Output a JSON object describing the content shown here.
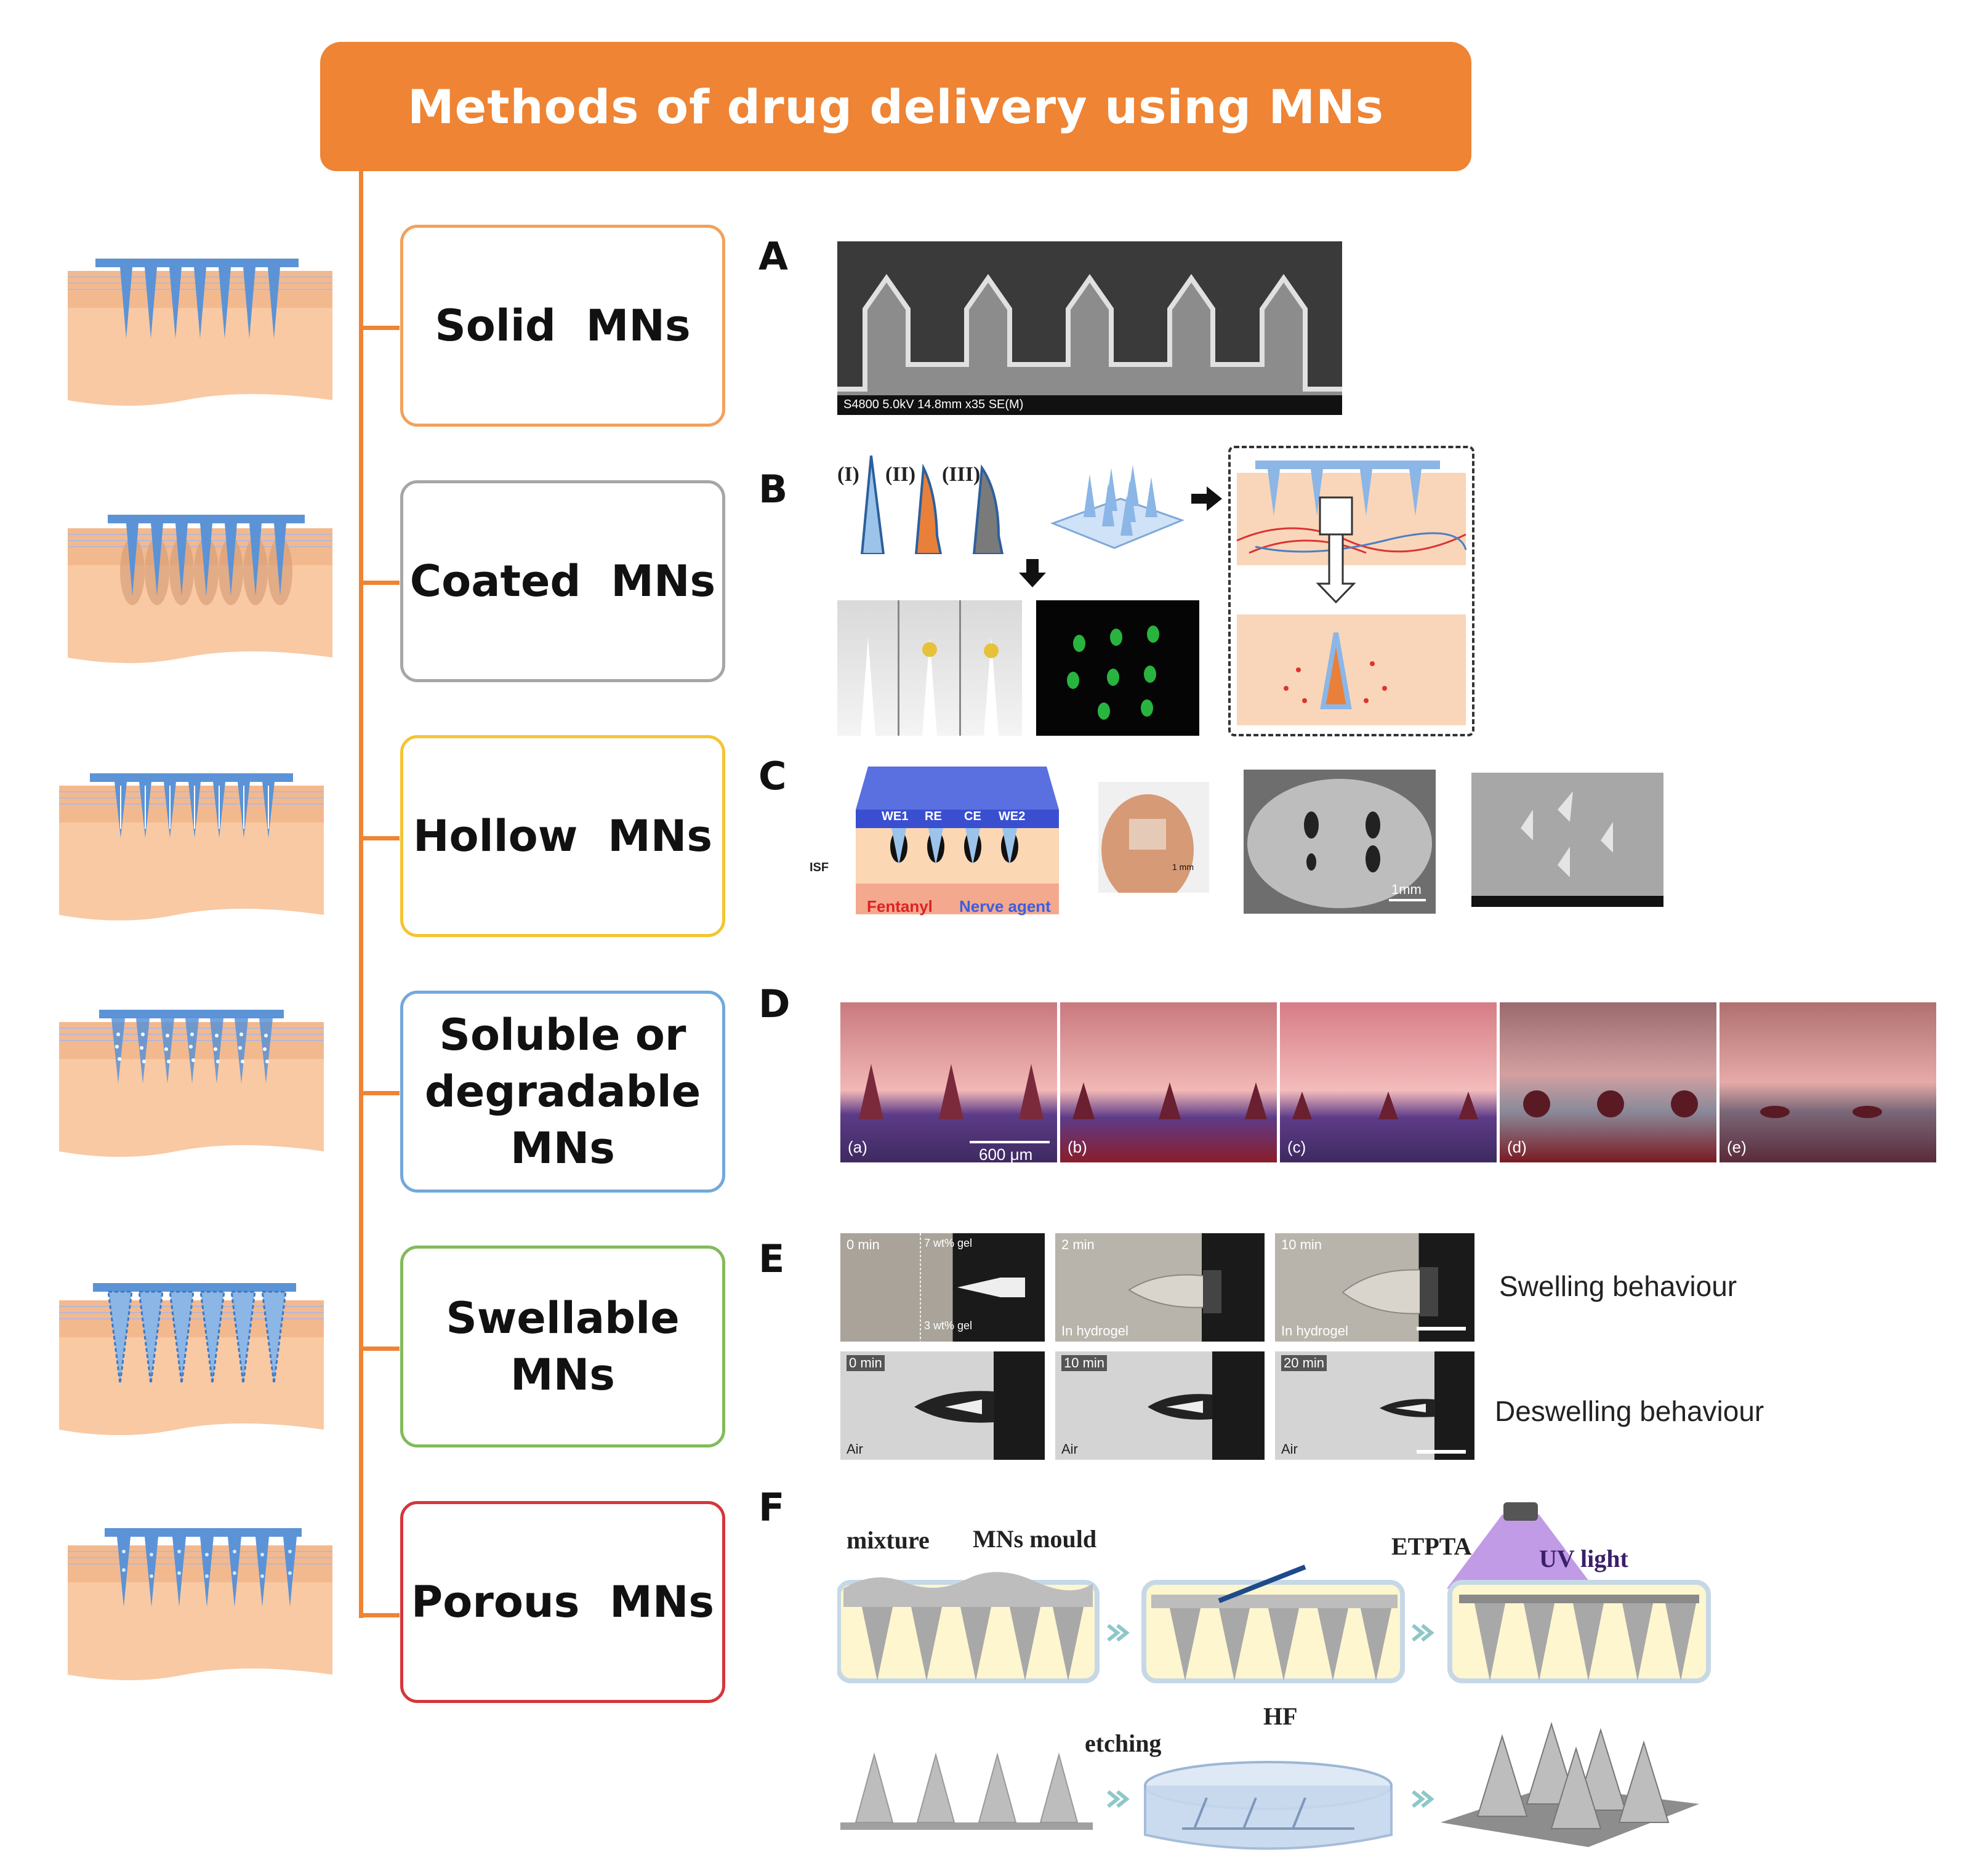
{
  "title": "Methods of drug delivery using MNs",
  "colors": {
    "accent": "#ee8434",
    "skin": "#f9c9a3",
    "needle": "#5b93d6"
  },
  "methods": [
    {
      "letter": "A",
      "label": "Solid  MNs",
      "border": "#f2a15c"
    },
    {
      "letter": "B",
      "label": "Coated  MNs",
      "border": "#a6a6a6"
    },
    {
      "letter": "C",
      "label": "Hollow  MNs",
      "border": "#f5c431"
    },
    {
      "letter": "D",
      "label": "Soluble  or degradable MNs",
      "border": "#72a8dc"
    },
    {
      "letter": "E",
      "label": "Swellable MNs",
      "border": "#82bb5a"
    },
    {
      "letter": "F",
      "label": "Porous  MNs",
      "border": "#d6363b"
    }
  ],
  "panel_a": {
    "caption": "S4800 5.0kV 14.8mm x35 SE(M)"
  },
  "panel_b": {
    "stages": [
      "(I)",
      "(II)",
      "(III)"
    ]
  },
  "panel_c": {
    "electrodes": [
      "WE1",
      "RE",
      "CE",
      "WE2"
    ],
    "isf": "ISF",
    "fentanyl": "Fentanyl",
    "nerve": "Nerve agent",
    "scale1": "1 mm",
    "scale2": "1mm"
  },
  "panel_d": {
    "frames": [
      "(a)",
      "(b)",
      "(c)",
      "(d)",
      "(e)"
    ],
    "scale": "600  μm"
  },
  "panel_e": {
    "row1": [
      "0 min",
      "2 min",
      "10 min"
    ],
    "row1_sub": [
      "In hydrogel",
      "In hydrogel"
    ],
    "gel_top": "7 wt% gel",
    "gel_bottom": "3 wt% gel",
    "row2": [
      "0 min",
      "10 min",
      "20 min"
    ],
    "air": "Air",
    "swelling": "Swelling behaviour",
    "deswelling": "Deswelling behaviour"
  },
  "panel_f": {
    "mixture": "mixture",
    "mould": "MNs mould",
    "etpta": "ETPTA",
    "uv": "UV light",
    "etching": "etching",
    "hf": "HF"
  }
}
